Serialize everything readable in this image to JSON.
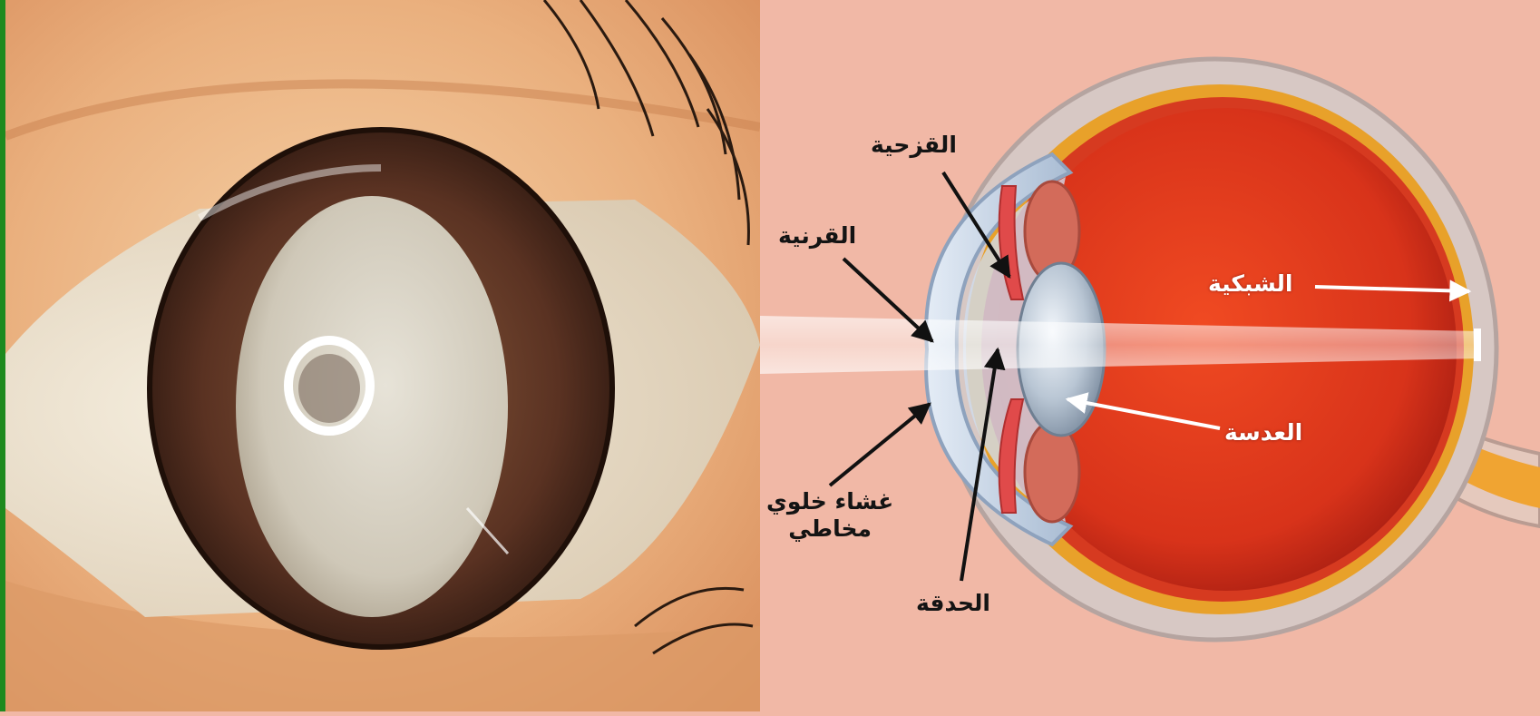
{
  "labels": {
    "iris": "القزحية",
    "cornea": "القرنية",
    "retina": "الشبكية",
    "lens": "العدسة",
    "conjunctiva_line1": "غشاء خلوي",
    "conjunctiva_line2": "مخاطي",
    "pupil": "الحدقة"
  },
  "colors": {
    "left_border": "#1e8a1e",
    "diagram_background": "#f1b8a6",
    "interior": "#e2391c",
    "sclera": "#d7c8c4",
    "choroid": "#e8a12a",
    "iris_tissue": "#e04a4a",
    "cataract_lens": "#d7d3c7"
  }
}
